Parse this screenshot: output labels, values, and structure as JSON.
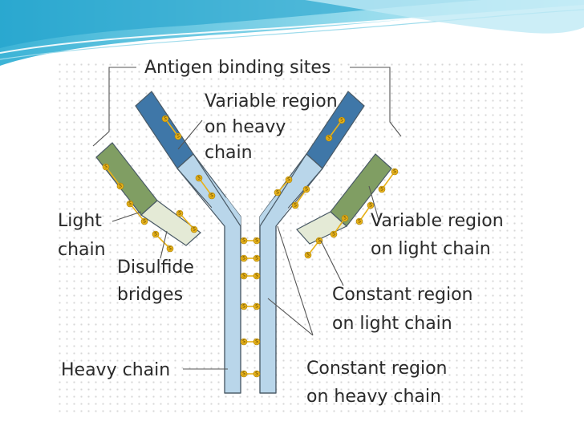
{
  "diagram": {
    "labels": {
      "antigen_binding_sites": "Antigen binding sites",
      "variable_heavy_1": "Variable region",
      "variable_heavy_2": "on heavy",
      "variable_heavy_3": "chain",
      "light_chain_1": "Light",
      "light_chain_2": "chain",
      "disulfide_1": "Disulfide",
      "disulfide_2": "bridges",
      "variable_light_1": "Variable region",
      "variable_light_2": "on light chain",
      "constant_light_1": "Constant region",
      "constant_light_2": "on light chain",
      "heavy_chain": "Heavy chain",
      "constant_heavy_1": "Constant region",
      "constant_heavy_2": "on heavy chain"
    },
    "bond_symbol": "S"
  },
  "colors": {
    "variable_heavy": "#3f77a8",
    "constant_heavy": "#b9d6ea",
    "variable_light": "#809e63",
    "constant_light": "#e4ead6",
    "disulfide": "#e8b21a",
    "header_wave": "#4cbdd8"
  }
}
